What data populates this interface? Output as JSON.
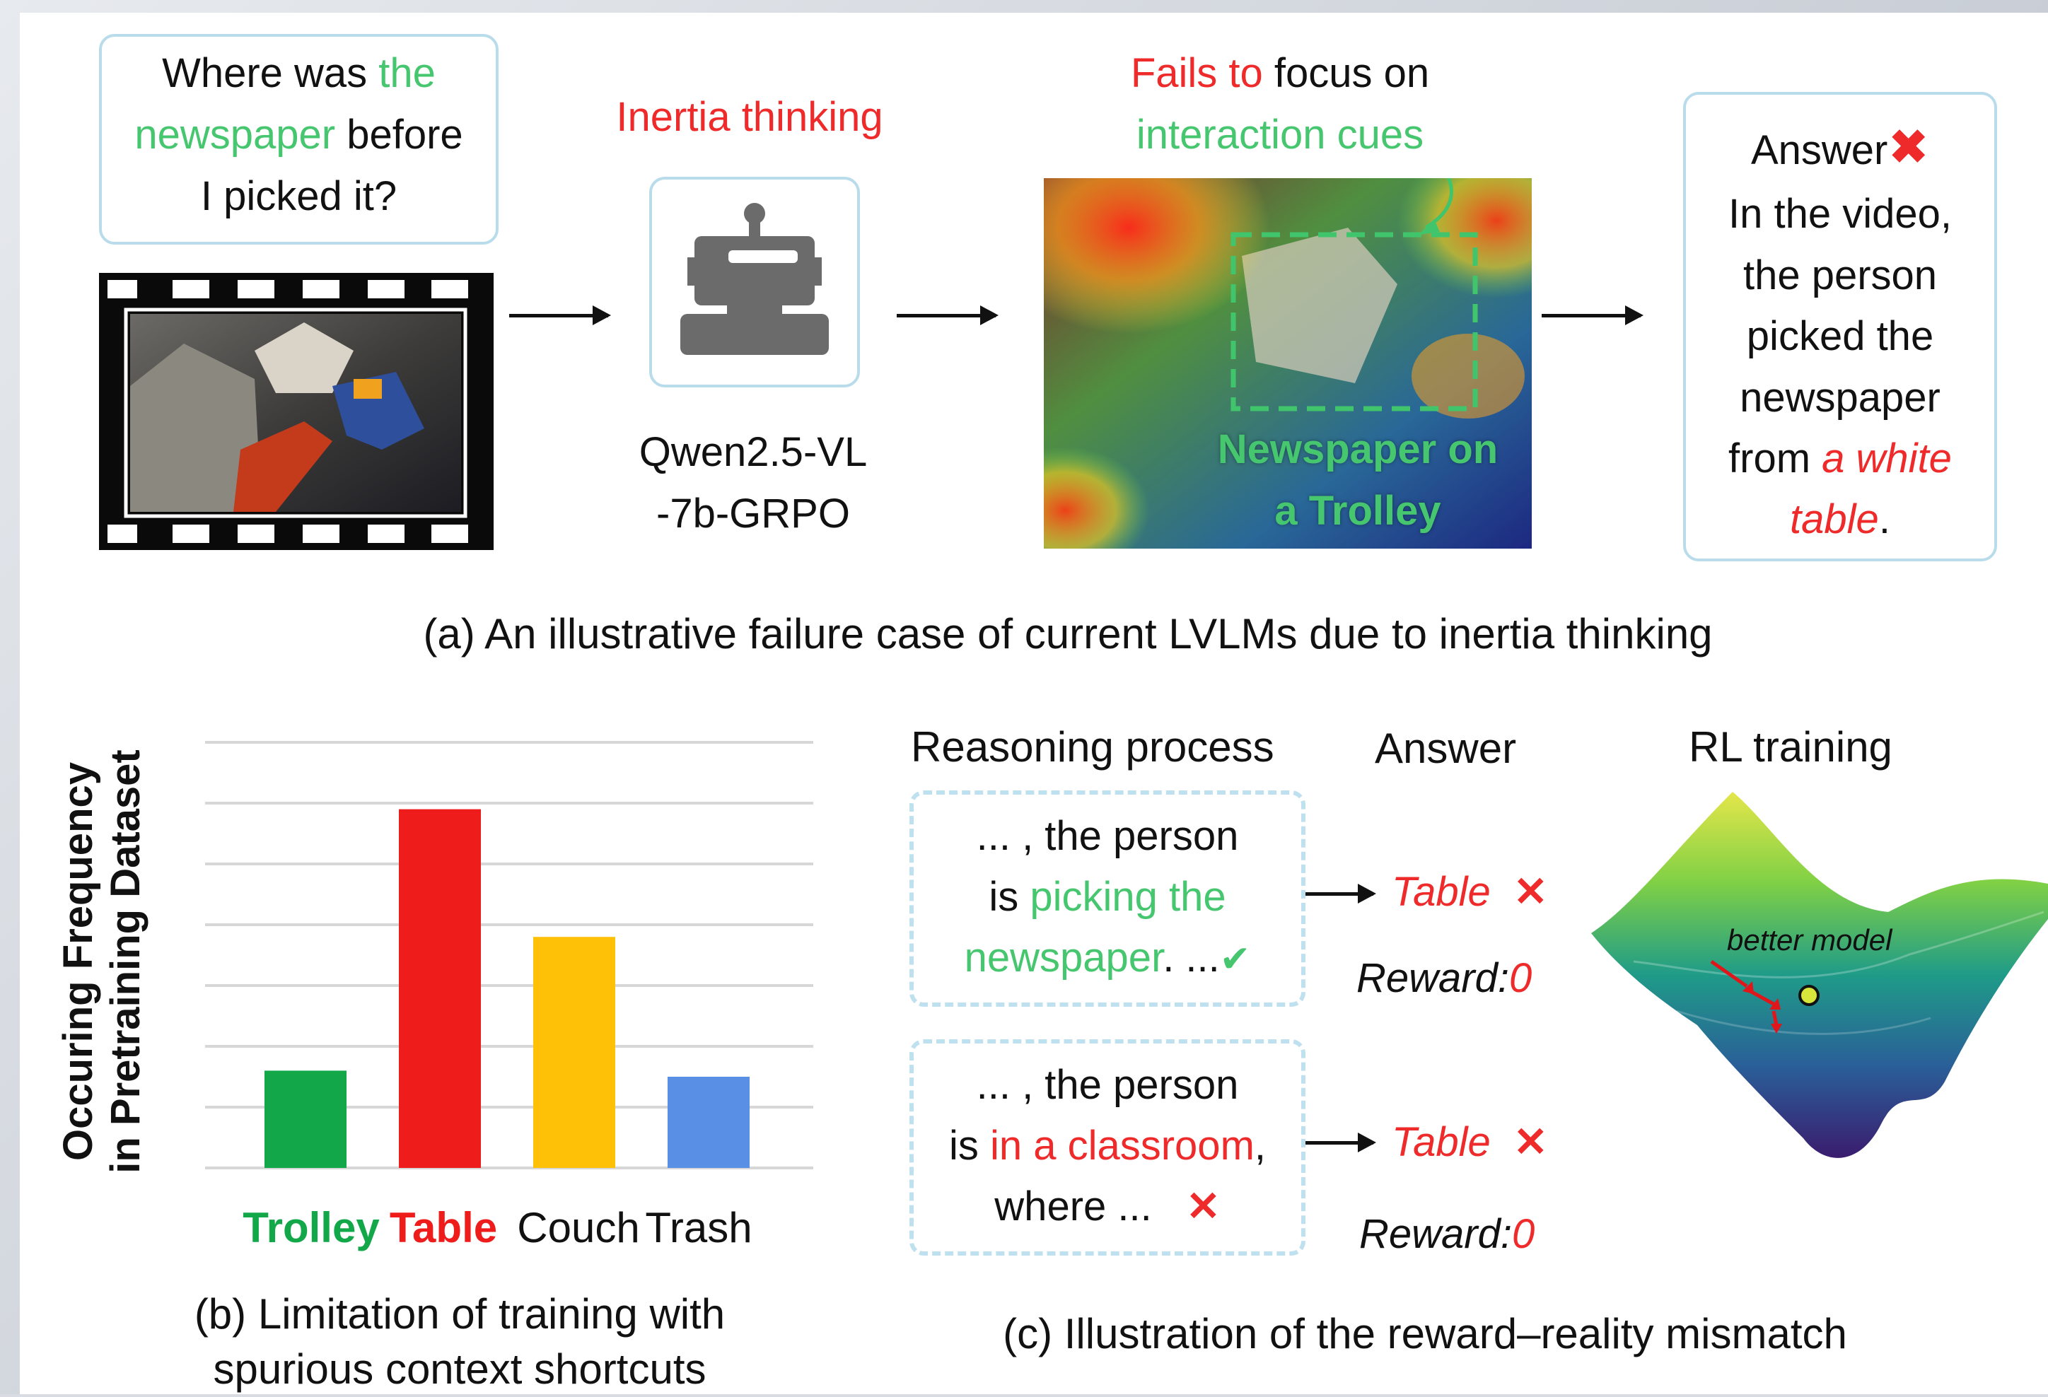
{
  "panel_a": {
    "question": {
      "l1_a": "Where was ",
      "l1_b": "the",
      "l2_a": "newspaper",
      "l2_b": " before",
      "l3": "I picked it?"
    },
    "inertia_label": "Inertia thinking",
    "model_name_1": "Qwen2.5-VL",
    "model_name_2": "-7b-GRPO",
    "focus": {
      "a": "Fails to",
      "b": " focus on",
      "c": "interaction cues"
    },
    "heat_label_1": "Newspaper on",
    "heat_label_2": "a Trolley",
    "answer": {
      "title": "Answer",
      "mark": "✖",
      "l1": "In the video,",
      "l2": "the person",
      "l3": "picked the",
      "l4": "newspaper",
      "l5_a": "from ",
      "l5_b": "a white",
      "l6_a": "table",
      "l6_b": "."
    },
    "caption": "(a) An illustrative failure case of current LVLMs due to inertia thinking"
  },
  "panel_b": {
    "ylabel_1": "Occuring Frequency",
    "ylabel_2": "in Pretraining Dataset",
    "caption_1": "(b) Limitation of training with",
    "caption_2": "spurious context shortcuts"
  },
  "chart_data": {
    "type": "bar",
    "categories": [
      "Trolley",
      "Table",
      "Couch",
      "Trash"
    ],
    "values": [
      1.6,
      5.9,
      3.8,
      1.5
    ],
    "ylim": [
      0,
      7
    ],
    "grid": true,
    "colors": [
      "#12a84a",
      "#ef1c1c",
      "#fec107",
      "#5a8fe6"
    ],
    "label_colors": [
      "#12a84a",
      "#ef1c1c",
      "#111111",
      "#111111"
    ]
  },
  "panel_c": {
    "head_reasoning": "Reasoning process",
    "head_answer": "Answer",
    "head_rl": "RL training",
    "r1": {
      "l1": "... , the person",
      "l2_a": "is ",
      "l2_b": "picking the",
      "l3_a": "newspaper",
      ".": ".",
      "l3_b": ". ...",
      "mark": "✔"
    },
    "r2": {
      "l1": "... , the person",
      "l2_a": "is ",
      "l2_b": "in a classroom",
      "l2_c": ",",
      "l3": "where ...",
      "mark": "✕"
    },
    "ans1": "Table",
    "ans2": "Table",
    "x_mark": "✕",
    "reward1_a": "Reward:",
    "reward1_b": "0",
    "reward2_a": "Reward:",
    "reward2_b": "0",
    "landscape_label": "better model",
    "caption": "(c) Illustration of the reward–reality mismatch"
  }
}
